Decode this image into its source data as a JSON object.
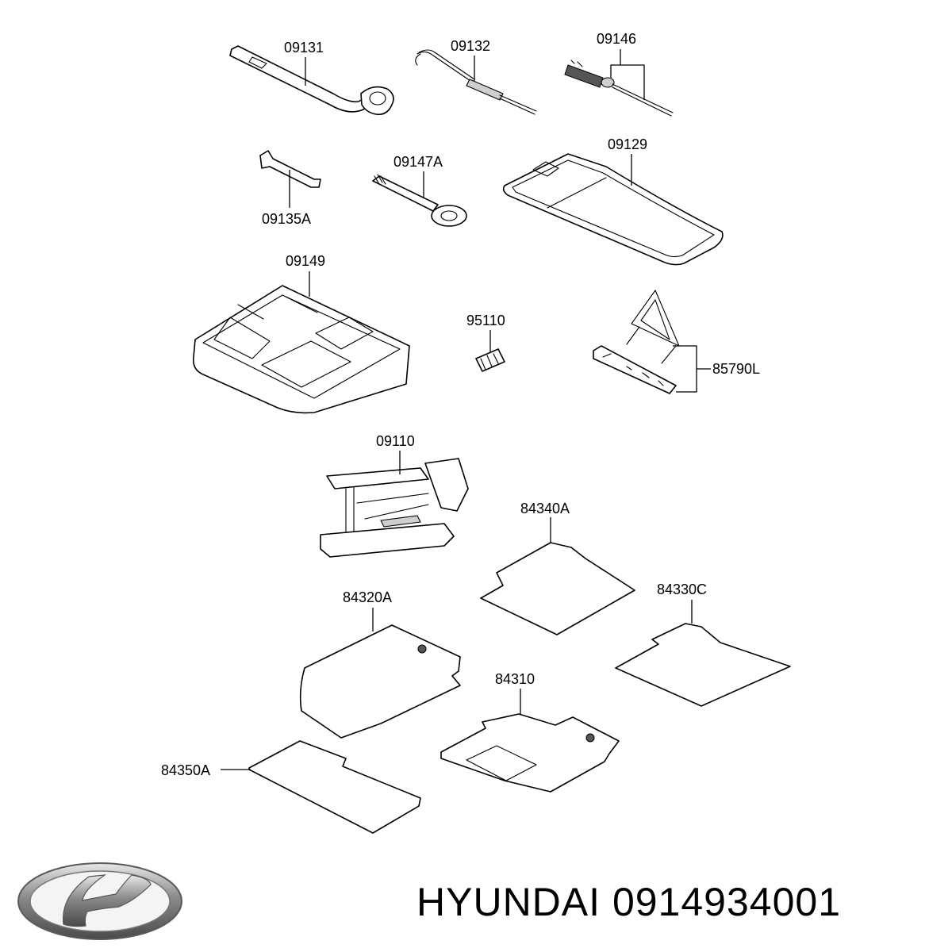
{
  "diagram": {
    "labels": {
      "p09131": "09131",
      "p09132": "09132",
      "p09146": "09146",
      "p09135A": "09135A",
      "p09147A": "09147A",
      "p09129": "09129",
      "p09149": "09149",
      "p95110": "95110",
      "p85790L": "85790L",
      "p09110": "09110",
      "p84340A": "84340A",
      "p84330C": "84330C",
      "p84320A": "84320A",
      "p84310": "84310",
      "p84350A": "84350A"
    }
  },
  "footer": {
    "brand": "HYUNDAI",
    "part_number": "0914934001",
    "logo_icon": "hyundai-logo-icon"
  }
}
